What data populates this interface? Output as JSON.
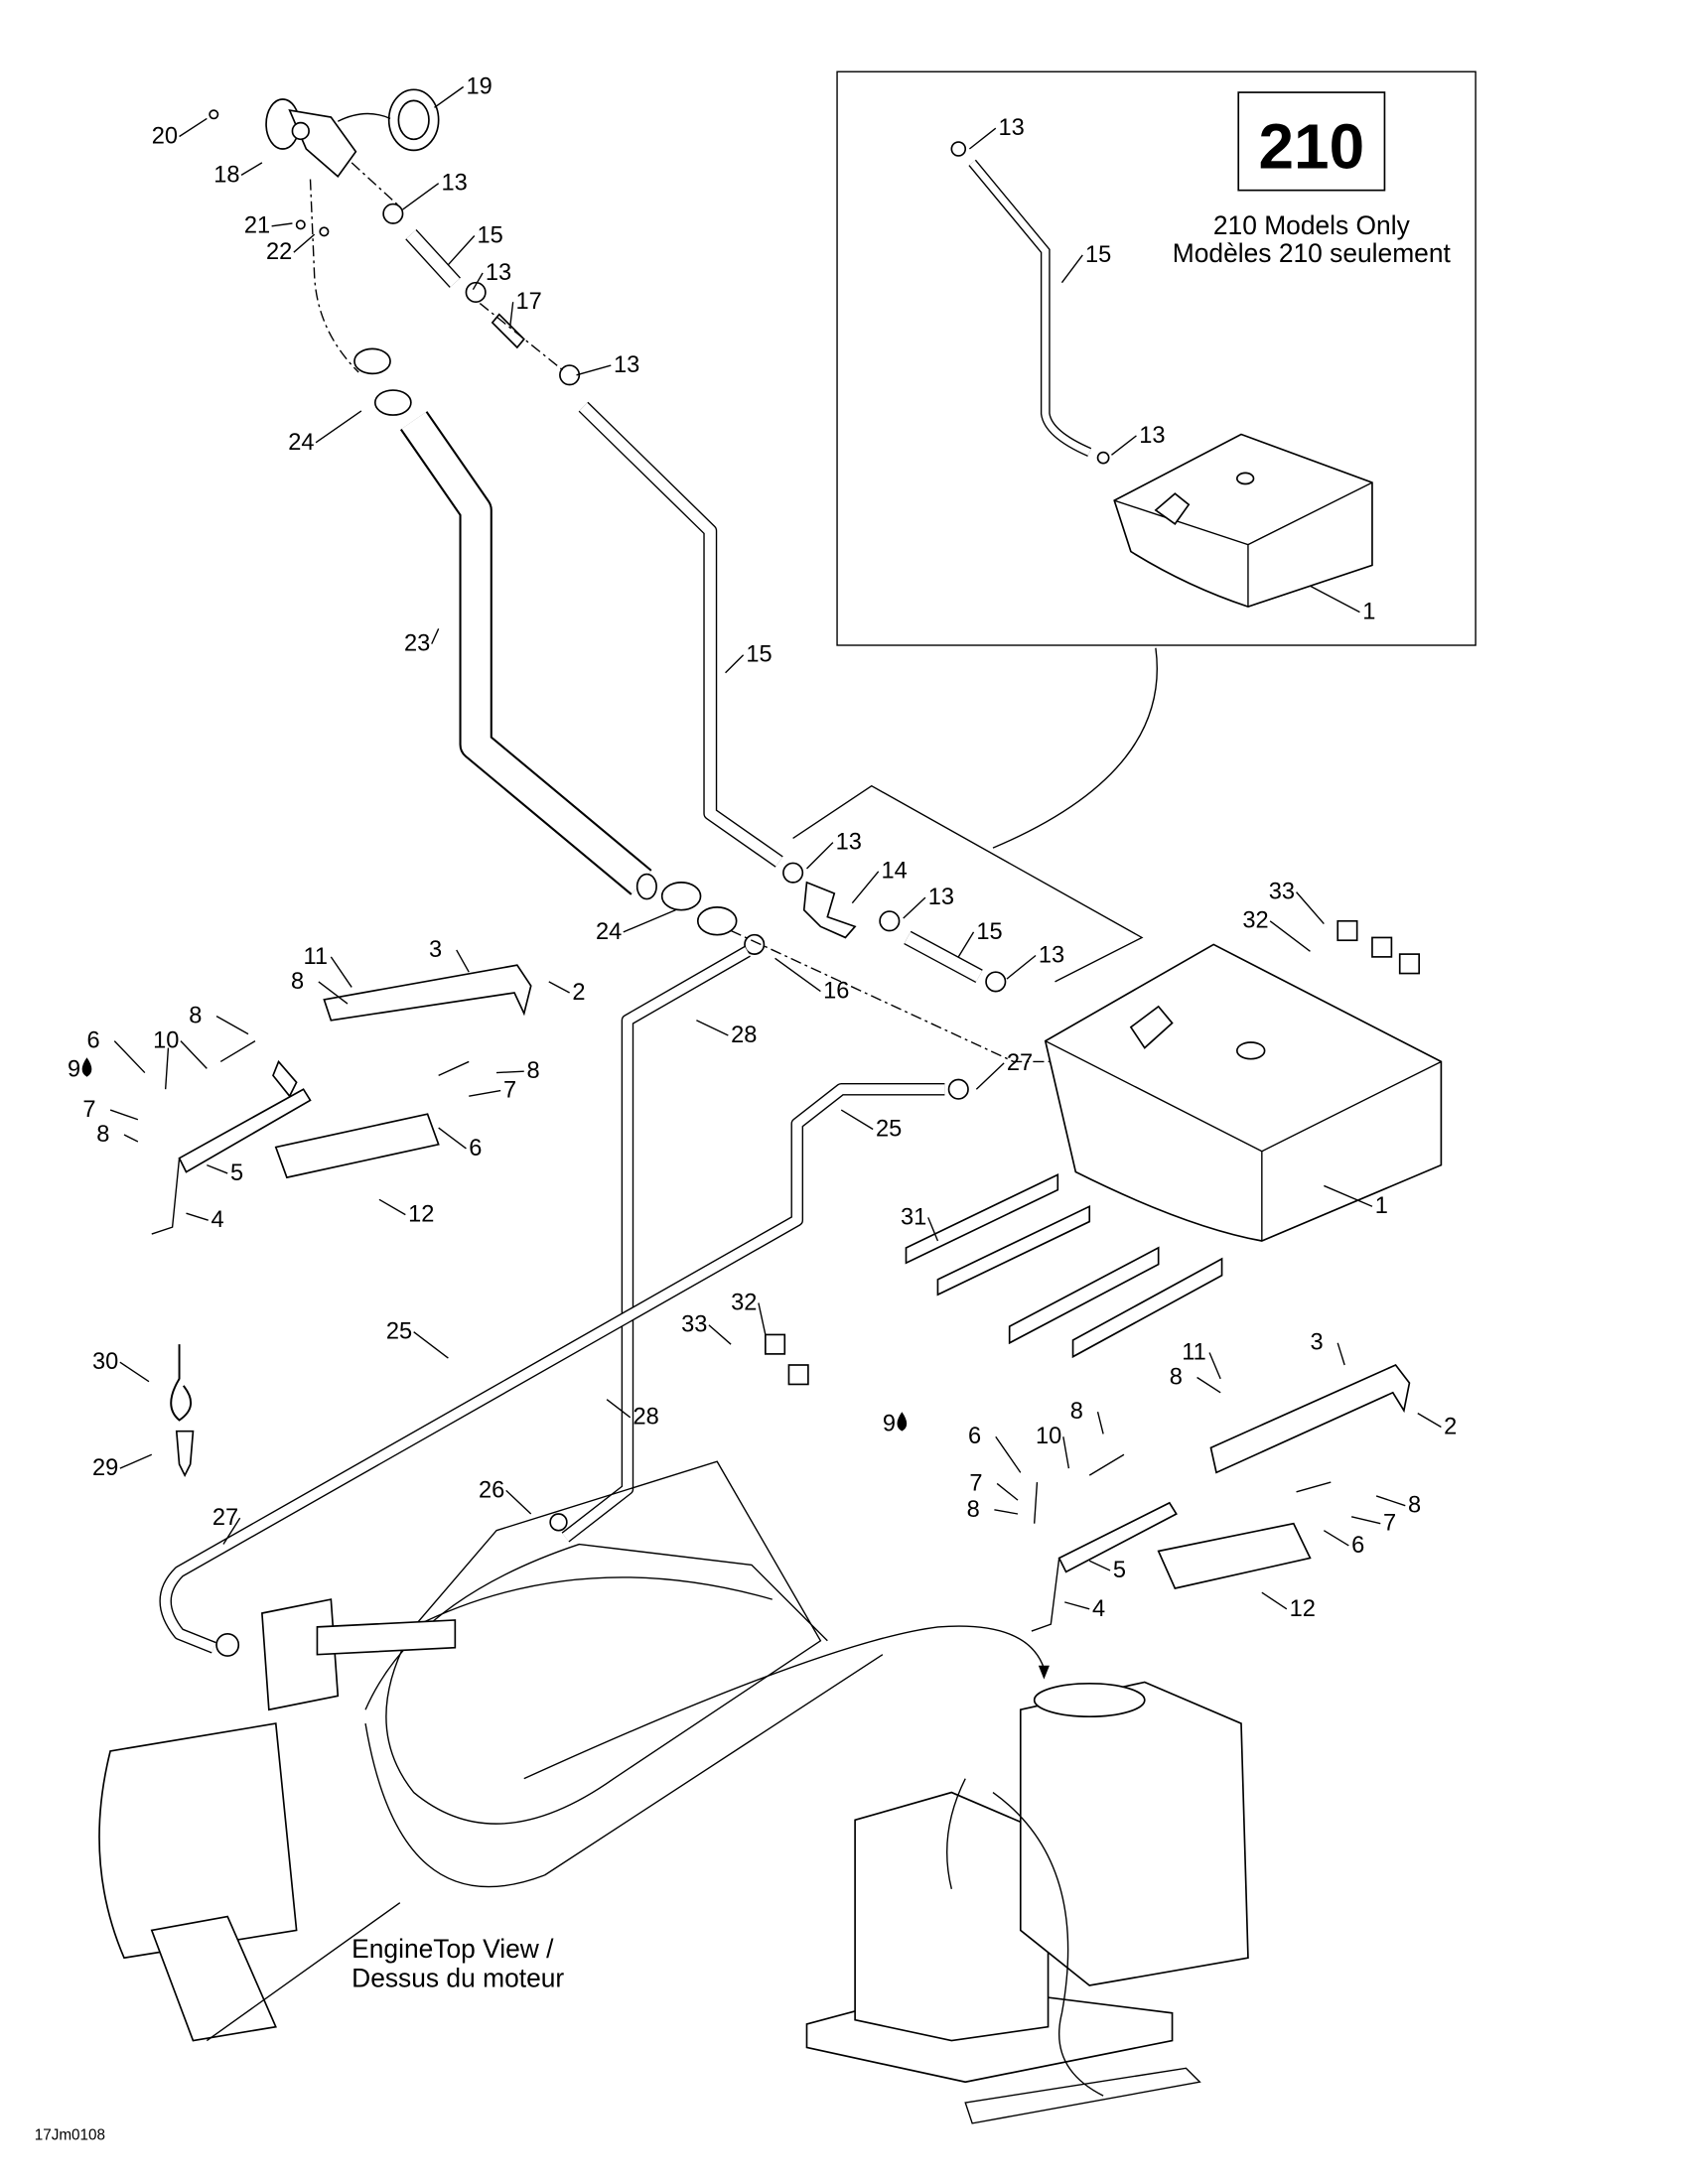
{
  "inset": {
    "badge": "210",
    "caption_en": "210 Models Only",
    "caption_fr": "Modèles 210 seulement"
  },
  "engine_view": {
    "line1": "EngineTop View /",
    "line2": "Dessus du moteur"
  },
  "figure_code": "17Jm0108",
  "callouts": [
    "19",
    "20",
    "18",
    "13",
    "21",
    "22",
    "15",
    "13",
    "17",
    "13",
    "24",
    "13",
    "15",
    "13",
    "1",
    "23",
    "15",
    "13",
    "14",
    "13",
    "24",
    "15",
    "13",
    "16",
    "28",
    "33",
    "32",
    "11",
    "3",
    "8",
    "2",
    "8",
    "6",
    "10",
    "9",
    "7",
    "8",
    "8",
    "7",
    "6",
    "5",
    "4",
    "12",
    "27",
    "25",
    "1",
    "31",
    "32",
    "33",
    "30",
    "25",
    "28",
    "29",
    "11",
    "3",
    "8",
    "2",
    "8",
    "9",
    "6",
    "10",
    "7",
    "8",
    "8",
    "7",
    "6",
    "5",
    "4",
    "12",
    "26",
    "27"
  ],
  "icons": {
    "drop": "sealant-drop-icon"
  }
}
